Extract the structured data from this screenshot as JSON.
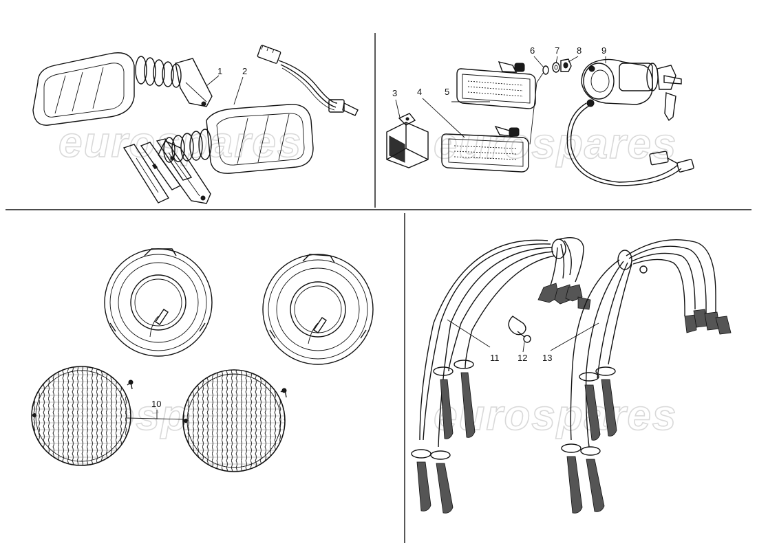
{
  "watermark": "eurospares",
  "panels": {
    "mirrors": {
      "callouts": [
        "1",
        "2"
      ]
    },
    "switches": {
      "callouts": [
        "3",
        "4",
        "5",
        "6",
        "7",
        "8",
        "9"
      ]
    },
    "headlamps": {
      "callouts": [
        "10"
      ]
    },
    "ignition_leads": {
      "callouts": [
        "11",
        "12",
        "13"
      ]
    }
  }
}
